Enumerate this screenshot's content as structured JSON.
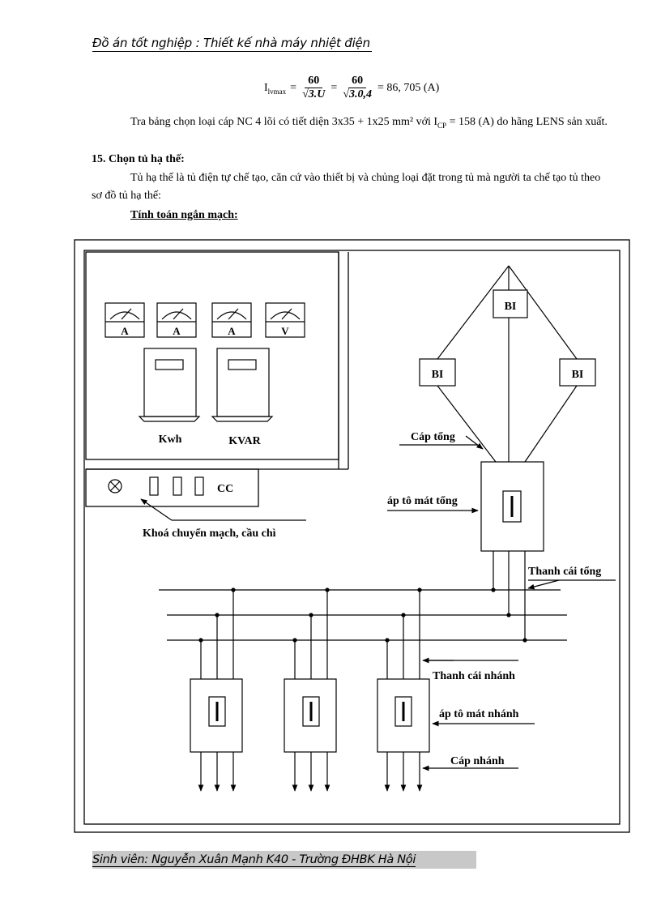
{
  "header": {
    "title": "Đồ án tốt nghiệp : Thiết kế nhà máy nhiệt điện"
  },
  "formula": {
    "lhs": "I",
    "lhs_sub": "lvmax",
    "frac1_num": "60",
    "frac1_den": "√3.U",
    "frac2_num": "60",
    "frac2_den": "√3.0,4",
    "result": "= 86, 705 (A)"
  },
  "paragraph1": "Tra bảng chọn loại cáp NC 4 lõi có tiết diện 3x35 + 1x25 mm² với I",
  "paragraph1_sub": "CP",
  "paragraph1_tail": " = 158 (A) do hãng LENS sản xuất.",
  "section_heading": "15. Chọn tủ hạ thế:",
  "paragraph2": "Tủ hạ thế là tủ điện tự chế tạo, căn cứ vào thiết bị và chủng loại đặt trong tủ mà người ta chế tạo tủ theo sơ đồ tủ hạ thế:",
  "subheading": "Tính toán ngắn mạch:",
  "diagram": {
    "meters": [
      "A",
      "A",
      "A",
      "V"
    ],
    "energy_meters": [
      "Kwh",
      "KVAR"
    ],
    "control_label": "CC",
    "switch_fuse_label": "Khoá chuyển mạch, cầu chì",
    "bi_top": "BI",
    "bi_left": "BI",
    "bi_right": "BI",
    "main_cable": "Cáp tổng",
    "main_breaker": "áp tô mát tổng",
    "main_busbar": "Thanh cái tổng",
    "branch_busbar": "Thanh cái nhánh",
    "branch_breaker": "áp tô mát nhánh",
    "branch_cable": "Cáp nhánh"
  },
  "footer": {
    "text": "Sinh viên: Nguyễn Xuân Mạnh K40  - Trường ĐHBK Hà Nội"
  }
}
